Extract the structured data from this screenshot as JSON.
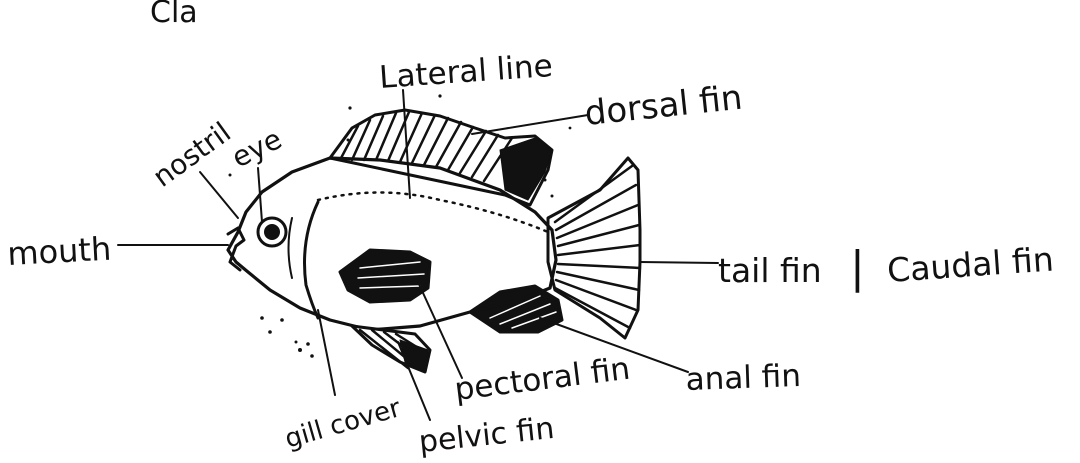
{
  "diagram": {
    "cropped_top_text": "Cla",
    "labels": {
      "lateral_line": "Lateral line",
      "dorsal_fin": "dorsal fin",
      "nostril": "nostril",
      "eye": "eye",
      "mouth": "mouth",
      "tail_fin": "tail fin",
      "separator": "|",
      "caudal_fin": "Caudal fin",
      "anal_fin": "anal fin",
      "pectoral_fin": "pectoral fin",
      "pelvic_fin": "pelvic fin",
      "gill_cover": "gill cover"
    }
  },
  "colors": {
    "ink": "#111111",
    "paper": "#ffffff"
  }
}
